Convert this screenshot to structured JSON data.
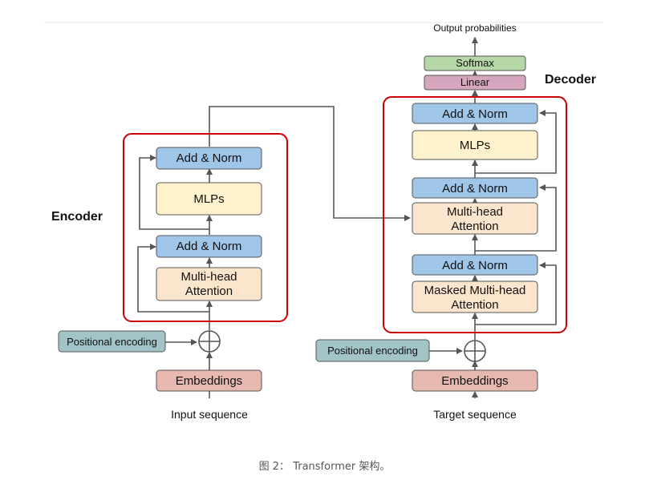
{
  "encoder": {
    "title": "Encoder",
    "add_norm_top": "Add & Norm",
    "mlps": "MLPs",
    "add_norm_bottom": "Add & Norm",
    "attention_line1": "Multi-head",
    "attention_line2": "Attention",
    "positional_encoding": "Positional encoding",
    "embeddings": "Embeddings",
    "input_label": "Input sequence"
  },
  "decoder": {
    "title": "Decoder",
    "add_norm_top": "Add & Norm",
    "mlps": "MLPs",
    "add_norm_mid": "Add & Norm",
    "cross_attention_line1": "Multi-head",
    "cross_attention_line2": "Attention",
    "add_norm_bottom": "Add & Norm",
    "masked_attention_line1": "Masked Multi-head",
    "masked_attention_line2": "Attention",
    "positional_encoding": "Positional encoding",
    "embeddings": "Embeddings",
    "input_label": "Target sequence"
  },
  "output": {
    "linear": "Linear",
    "softmax": "Softmax",
    "probabilities": "Output probabilities"
  },
  "caption": "图 2： Transformer 架构。",
  "colors": {
    "add_norm": "#9fc5e8",
    "mlps": "#fff2cc",
    "attention": "#fce5cd",
    "embeddings": "#e6b8af",
    "positional": "#a2c4c9",
    "linear": "#d5a6bd",
    "softmax": "#b6d7a8",
    "frame": "#cc0000",
    "line": "#555555"
  }
}
